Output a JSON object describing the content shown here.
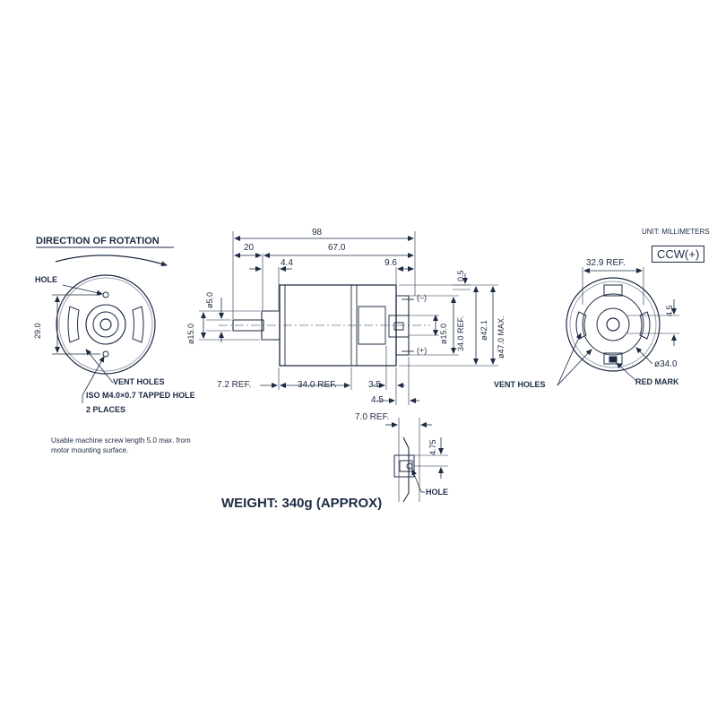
{
  "header": {
    "unit": "UNIT: MILLIMETERS",
    "rotation_badge": "CCW(+)"
  },
  "front_view": {
    "title": "DIRECTION OF ROTATION",
    "hole_label": "HOLE",
    "dim_height": "29.0",
    "vent_label": "VENT HOLES",
    "tapped_hole_label": "ISO M4.0×0.7 TAPPED HOLE",
    "places_label": "2 PLACES",
    "note_line1": "Usable machine screw length 5.0 max. from",
    "note_line2": "motor mounting surface."
  },
  "side_view": {
    "dim_overall": "98",
    "dim_20": "20",
    "dim_body": "67.0",
    "dim_4_4": "4.4",
    "dim_9_6": "9.6",
    "dim_0_5": "0.5",
    "dim_shaft_dia": "ø5.0",
    "dim_boss_dia": "ø15.0",
    "dim_rear_boss": "ø15.0",
    "dim_34_ref": "34.0 REF.",
    "dim_42_1": "ø42.1",
    "dim_47_max": "ø47.0 MAX.",
    "terminal_minus": "(–)",
    "terminal_plus": "(+)",
    "dim_7_2_ref": "7.2 REF.",
    "dim_34_ref_len": "34.0 REF.",
    "dim_3_5": "3.5",
    "dim_4_5": "4.5",
    "dim_7_0_ref": "7.0 REF.",
    "dim_4_75": "4.75",
    "terminal_hole_label": "HOLE",
    "weight": "WEIGHT: 340g (APPROX)"
  },
  "rear_view": {
    "dim_32_9_ref": "32.9 REF.",
    "dim_4_5": "4.5",
    "dim_34_dia": "ø34.0",
    "vent_label": "VENT HOLES",
    "red_mark_label": "RED MARK"
  }
}
